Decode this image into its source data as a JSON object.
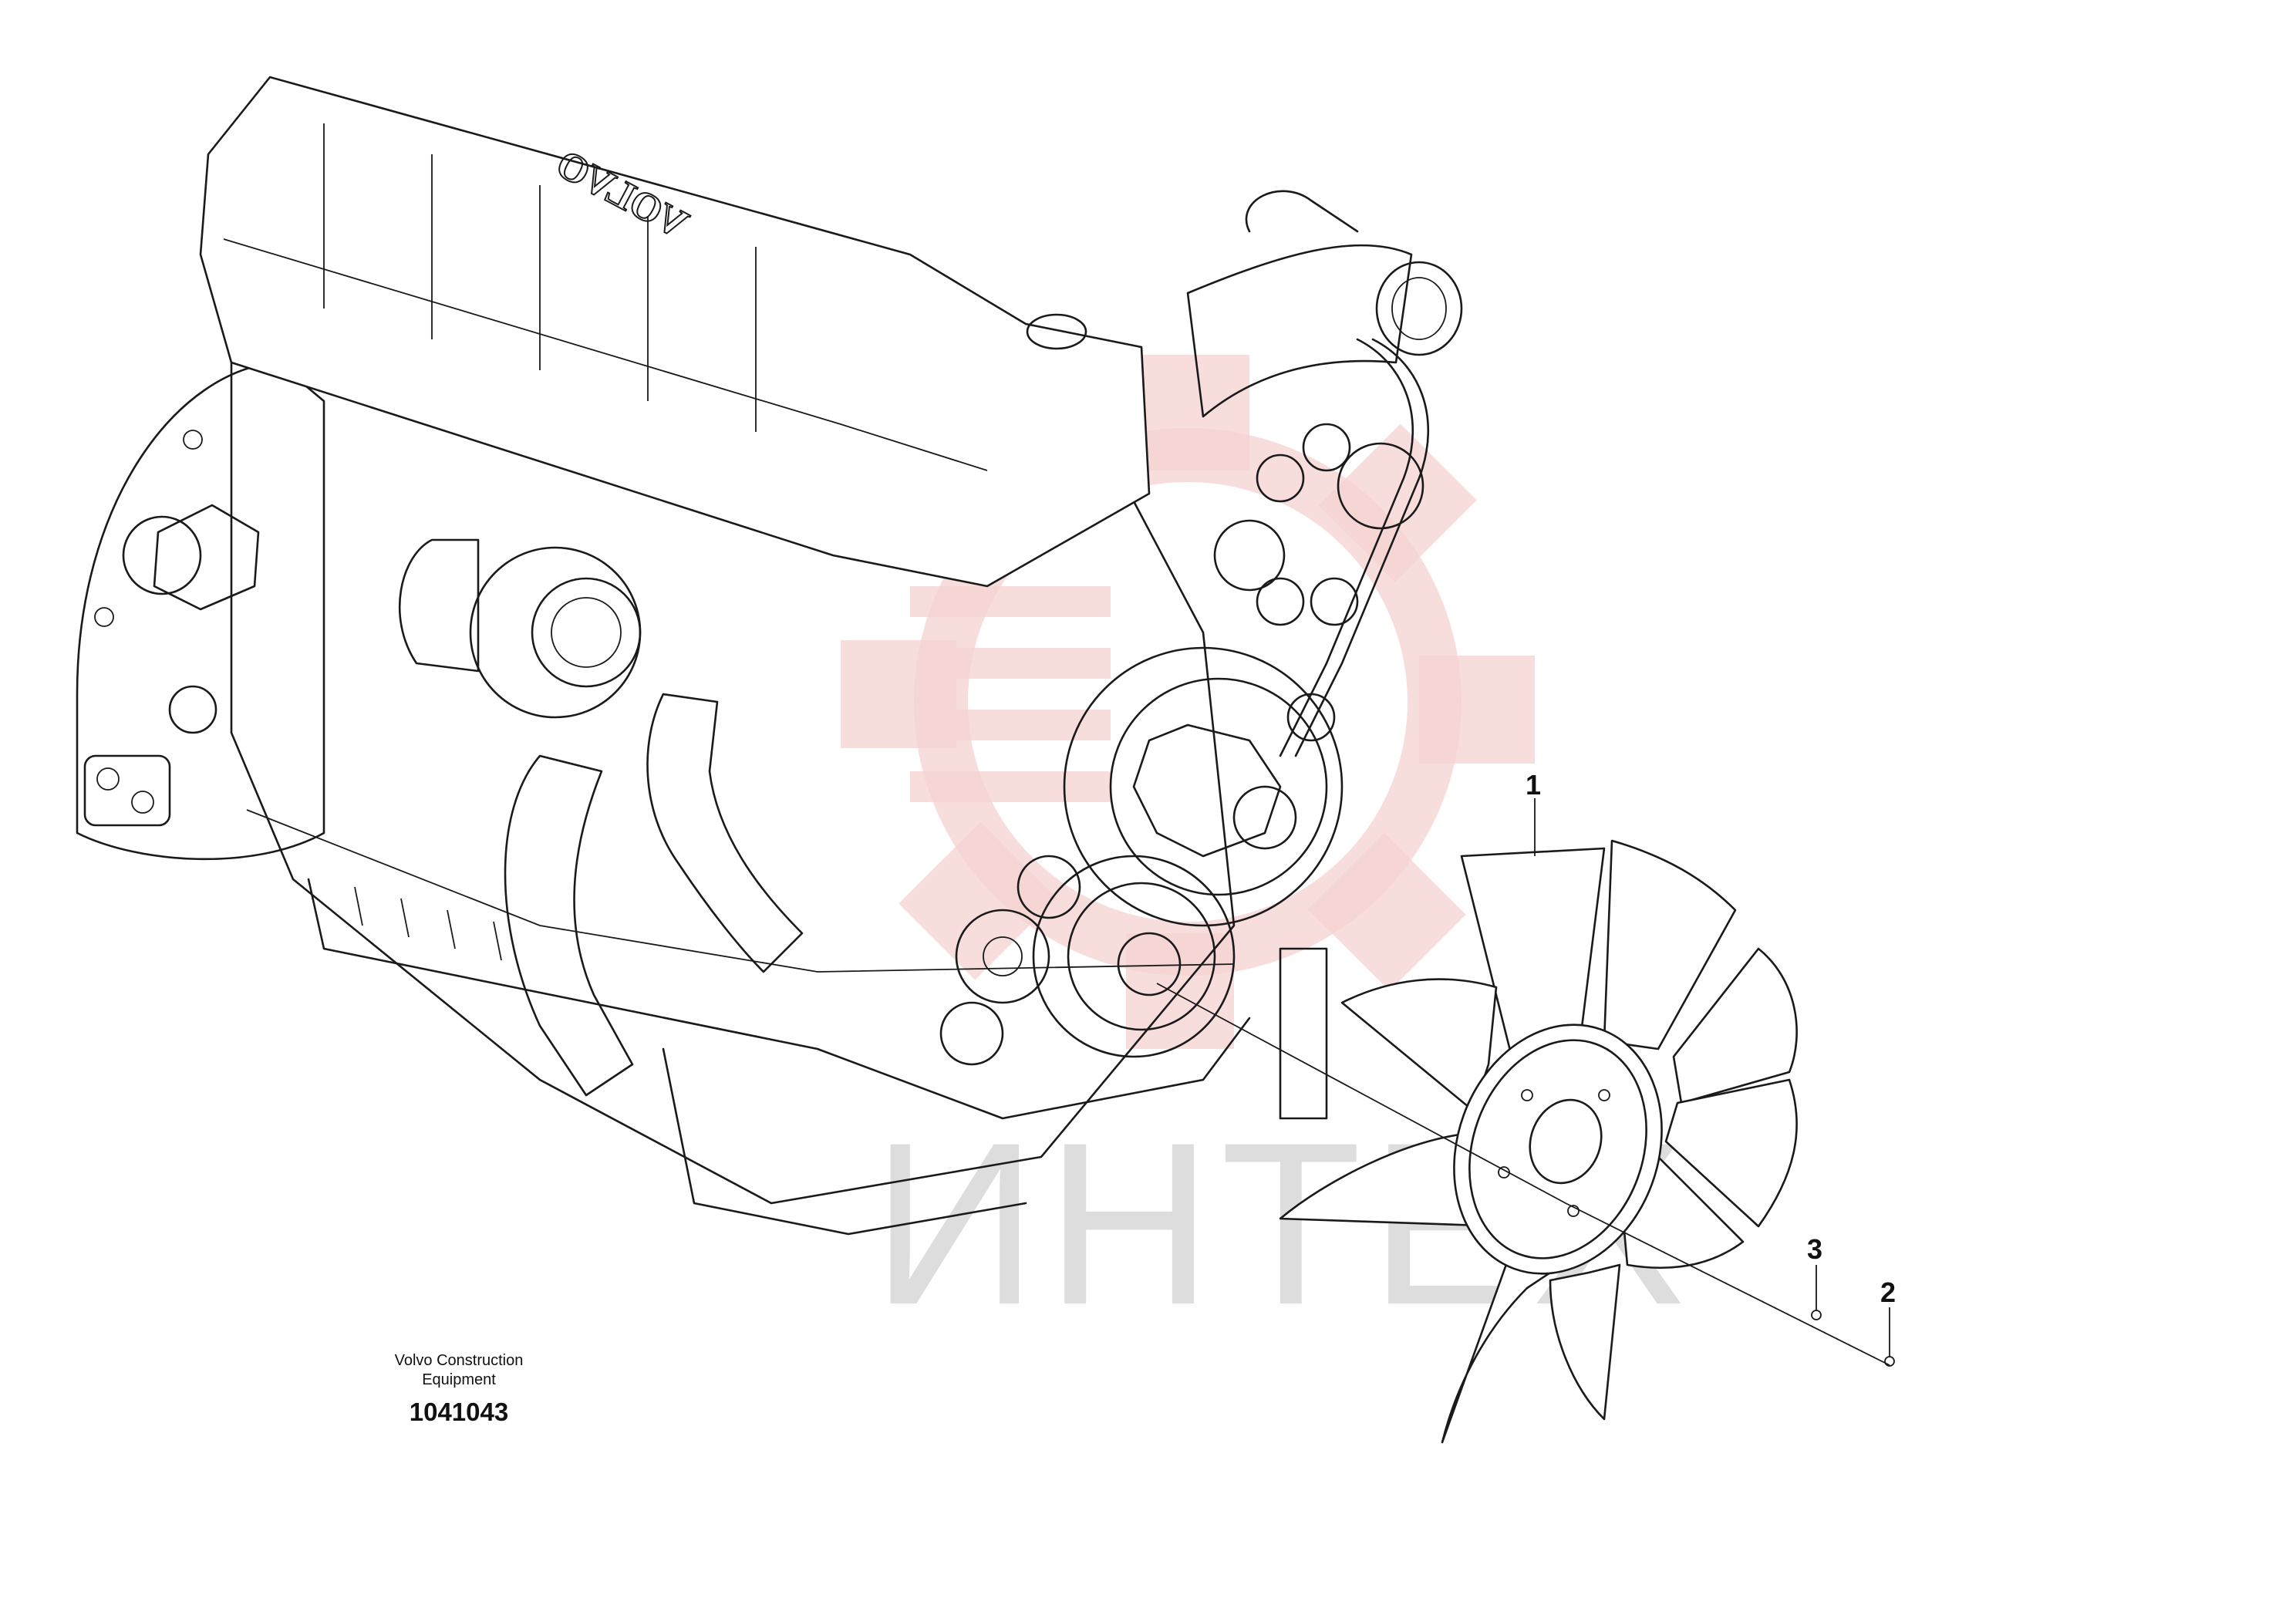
{
  "drawing": {
    "company": "Volvo Construction\nEquipment",
    "number": "1041043",
    "engine_brand": "VOLVO",
    "watermark_text": "ИНТЕХ",
    "watermark_color": "#f6d2d2"
  },
  "callouts": [
    {
      "id": "1",
      "label": "1"
    },
    {
      "id": "2",
      "label": "2"
    },
    {
      "id": "3",
      "label": "3"
    }
  ],
  "colors": {
    "line": "#1a1a1a",
    "background": "#ffffff",
    "watermark_gear": "#f6d2d2",
    "watermark_text": "#dddddd"
  }
}
